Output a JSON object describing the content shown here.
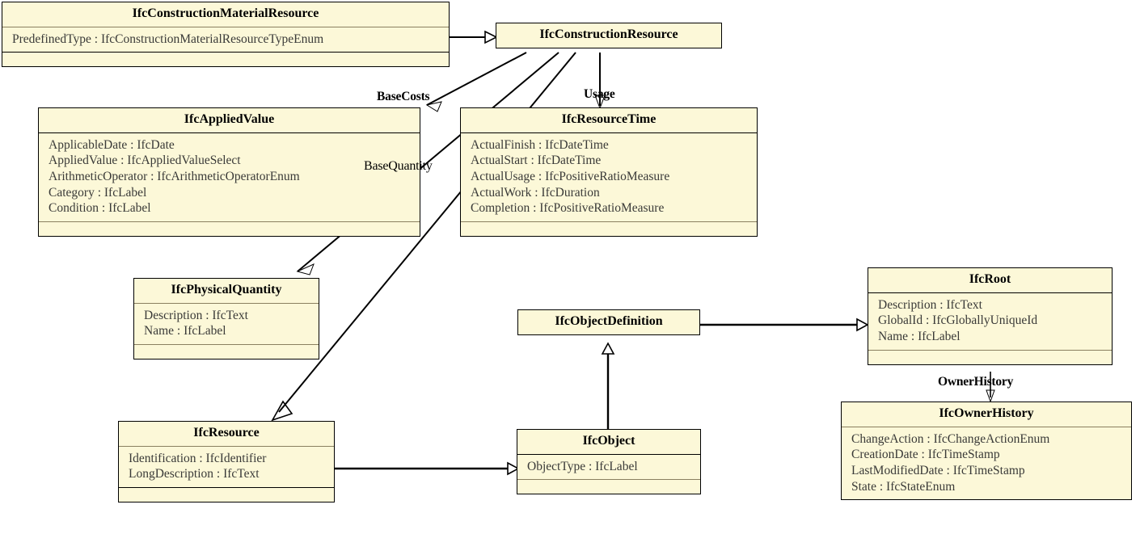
{
  "diagram": {
    "type": "uml-class-diagram",
    "title": "IFC Construction Resource class diagram",
    "background_color": "#ffffff",
    "class_fill_color": "#fcf8d8",
    "class_border_color": "#000000",
    "attribute_text_color": "#3a3a38"
  },
  "classes": [
    {
      "id": "IfcConstructionMaterialResource",
      "name": "IfcConstructionMaterialResource",
      "attributes": [
        "PredefinedType : IfcConstructionMaterialResourceTypeEnum"
      ],
      "operations": []
    },
    {
      "id": "IfcConstructionResource",
      "name": "IfcConstructionResource",
      "attributes": [],
      "operations": []
    },
    {
      "id": "IfcAppliedValue",
      "name": "IfcAppliedValue",
      "attributes": [
        "ApplicableDate : IfcDate",
        "AppliedValue : IfcAppliedValueSelect",
        "ArithmeticOperator : IfcArithmeticOperatorEnum",
        "Category : IfcLabel",
        "Condition : IfcLabel"
      ],
      "operations": []
    },
    {
      "id": "IfcResourceTime",
      "name": "IfcResourceTime",
      "attributes": [
        "ActualFinish : IfcDateTime",
        "ActualStart : IfcDateTime",
        "ActualUsage : IfcPositiveRatioMeasure",
        "ActualWork : IfcDuration",
        "Completion : IfcPositiveRatioMeasure"
      ],
      "operations": []
    },
    {
      "id": "IfcPhysicalQuantity",
      "name": "IfcPhysicalQuantity",
      "attributes": [
        "Description : IfcText",
        "Name : IfcLabel"
      ],
      "operations": []
    },
    {
      "id": "IfcObjectDefinition",
      "name": "IfcObjectDefinition",
      "attributes": [],
      "operations": []
    },
    {
      "id": "IfcRoot",
      "name": "IfcRoot",
      "attributes": [
        "Description : IfcText",
        "GlobalId : IfcGloballyUniqueId",
        "Name : IfcLabel"
      ],
      "operations": []
    },
    {
      "id": "IfcResource",
      "name": "IfcResource",
      "attributes": [
        "Identification : IfcIdentifier",
        "LongDescription : IfcText"
      ],
      "operations": []
    },
    {
      "id": "IfcObject",
      "name": "IfcObject",
      "attributes": [
        "ObjectType : IfcLabel"
      ],
      "operations": []
    },
    {
      "id": "IfcOwnerHistory",
      "name": "IfcOwnerHistory",
      "attributes": [
        "ChangeAction : IfcChangeActionEnum",
        "CreationDate : IfcTimeStamp",
        "LastModifiedDate : IfcTimeStamp",
        "State : IfcStateEnum"
      ],
      "operations": []
    }
  ],
  "edge_labels": {
    "base_costs": "BaseCosts",
    "base_quantity": "BaseQuantity",
    "usage": "Usage",
    "owner_history": "OwnerHistory"
  },
  "relationships": [
    {
      "from": "IfcConstructionMaterialResource",
      "to": "IfcConstructionResource",
      "kind": "generalization",
      "label": ""
    },
    {
      "from": "IfcConstructionResource",
      "to": "IfcAppliedValue",
      "kind": "association",
      "label": "BaseCosts"
    },
    {
      "from": "IfcConstructionResource",
      "to": "IfcPhysicalQuantity",
      "kind": "association",
      "label": "BaseQuantity"
    },
    {
      "from": "IfcConstructionResource",
      "to": "IfcResourceTime",
      "kind": "association",
      "label": "Usage"
    },
    {
      "from": "IfcConstructionResource",
      "to": "IfcResource",
      "kind": "generalization",
      "label": ""
    },
    {
      "from": "IfcResource",
      "to": "IfcObject",
      "kind": "generalization",
      "label": ""
    },
    {
      "from": "IfcObject",
      "to": "IfcObjectDefinition",
      "kind": "generalization",
      "label": ""
    },
    {
      "from": "IfcObjectDefinition",
      "to": "IfcRoot",
      "kind": "generalization",
      "label": ""
    },
    {
      "from": "IfcRoot",
      "to": "IfcOwnerHistory",
      "kind": "association",
      "label": "OwnerHistory"
    }
  ]
}
